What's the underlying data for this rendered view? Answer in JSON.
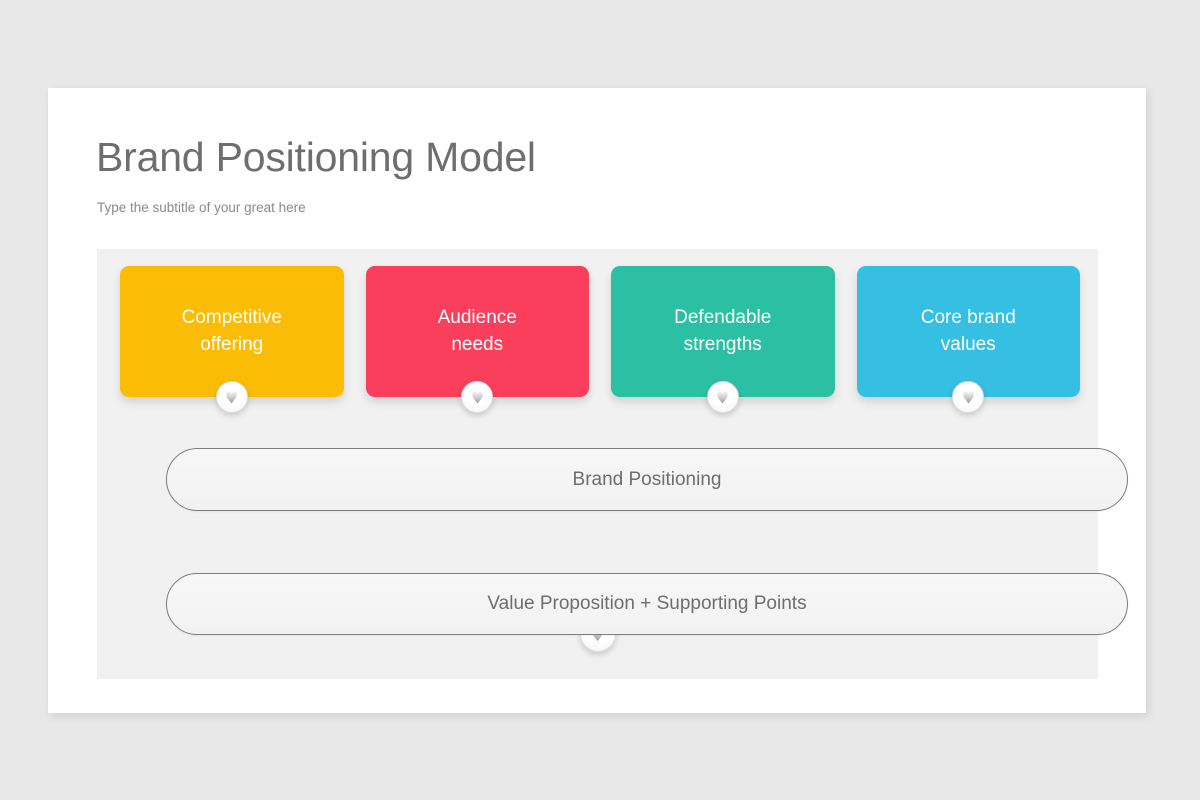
{
  "slide": {
    "title": "Brand Positioning Model",
    "subtitle": "Type the subtitle of your great here",
    "background_color": "#e8e8e8",
    "canvas_color": "#ffffff",
    "panel_color": "#f1f1f1",
    "title_color": "#6e6e6e",
    "subtitle_color": "#8a8a8a"
  },
  "diagram": {
    "pillars": [
      {
        "label": "Competitive\noffering",
        "color": "#FBBC05",
        "arrow_icon": "chevron-down-icon"
      },
      {
        "label": "Audience\nneeds",
        "color": "#F93F5C",
        "arrow_icon": "chevron-down-icon"
      },
      {
        "label": "Defendable\nstrengths",
        "color": "#2BBFA3",
        "arrow_icon": "chevron-down-icon"
      },
      {
        "label": "Core brand\nvalues",
        "color": "#35BFE2",
        "arrow_icon": "chevron-down-icon"
      }
    ],
    "flow": [
      {
        "label": "Brand Positioning"
      },
      {
        "label": "Value Proposition + Supporting Points"
      }
    ],
    "center_arrow_icon": "chevron-down-icon",
    "pill_border_color": "#7d7d7d",
    "pill_text_color": "#6e6e6e"
  }
}
